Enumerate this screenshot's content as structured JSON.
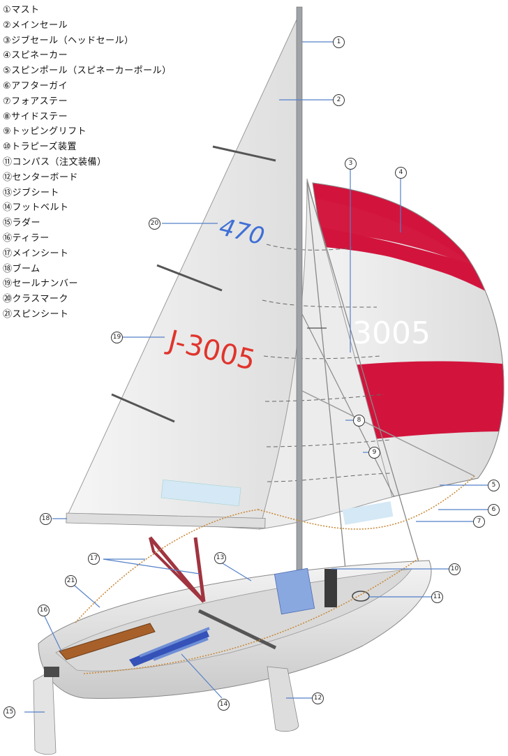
{
  "legend": [
    "①マスト",
    "②メインセール",
    "③ジブセール（ヘッドセール）",
    "④スピネーカー",
    "⑤スピンポール（スピネーカーポール）",
    "⑥アフターガイ",
    "⑦フォアステー",
    "⑧サイドステー",
    "⑨トッピングリフト",
    "⑩トラピーズ装置",
    "⑪コンパス（注文装備）",
    "⑫センターボード",
    "⑬ジブシート",
    "⑭フットベルト",
    "⑮ラダー",
    "⑯ティラー",
    "⑰メインシート",
    "⑱ブーム",
    "⑲セールナンバー",
    "⑳クラスマーク",
    "㉑スピンシート"
  ],
  "callouts": [
    "1",
    "2",
    "3",
    "4",
    "5",
    "6",
    "7",
    "8",
    "9",
    "10",
    "11",
    "12",
    "13",
    "14",
    "15",
    "16",
    "17",
    "18",
    "19",
    "20",
    "21"
  ],
  "sail_texts": {
    "class_mark": "470",
    "main_sail_number": "J-3005",
    "spinnaker_number": "3005"
  },
  "colors": {
    "spinnaker_red": "#d2143c",
    "sail_number_red": "#e0342c",
    "class_mark_blue": "#3f6fd6",
    "mainsheet": "#a0343f",
    "tiller_wood": "#a8602a",
    "foot_belt_blue": "#3552b8",
    "jib_sheet_blue": "#6f8fd6",
    "line": "#444444"
  }
}
